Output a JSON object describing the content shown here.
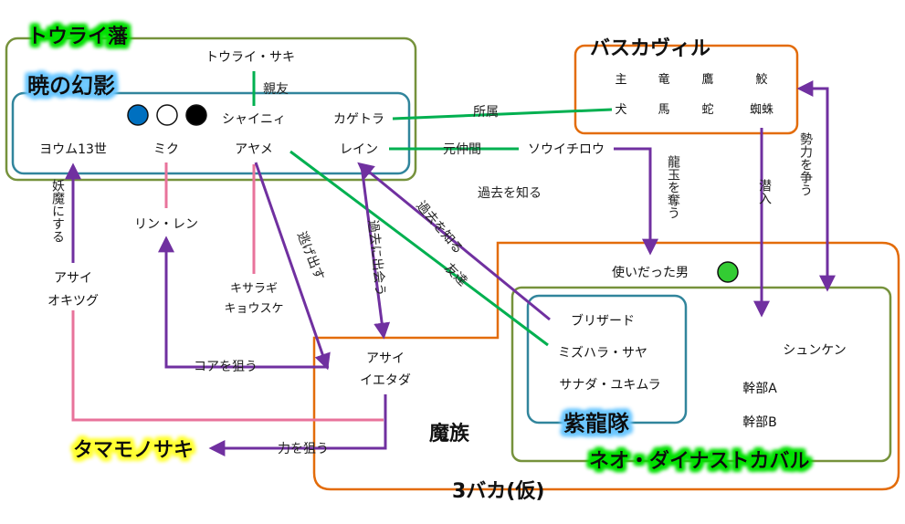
{
  "colors": {
    "olive": "#76923c",
    "teal": "#31859c",
    "orange": "#e36c0a",
    "green": "#00b050",
    "purple": "#7030a0",
    "pink": "#e8739b",
    "glow_green": "#00e000",
    "glow_blue": "#6cc7ff",
    "glow_yellow": "#ffff33",
    "dot_blue": "#0070c0",
    "dot_green": "#33cc33"
  },
  "groups": {
    "tourai": "トウライ藩",
    "akatsuki": "暁の幻影",
    "baskerville": "バスカヴィル",
    "mazoku": "魔族",
    "baka": "3バカ(仮)",
    "neo": "ネオ・ダイナストカバル",
    "shiryu": "紫龍隊",
    "tamamo": "タマモノサキ"
  },
  "nodes": {
    "saki": "トウライ・サキ",
    "shiny": "シャイニィ",
    "kagetora": "カゲトラ",
    "youmu": "ヨウム13世",
    "miku": "ミク",
    "ayame": "アヤメ",
    "rain": "レイン",
    "soichirou": "ソウイチロウ",
    "rinren": "リン・レン",
    "asai_okitsugu_1": "アサイ",
    "asai_okitsugu_2": "オキツグ",
    "kisaragi_1": "キサラギ",
    "kisaragi_2": "キョウスケ",
    "asai_ietada_1": "アサイ",
    "asai_ietada_2": "イエタダ",
    "tsukai": "使いだった男",
    "blizzard": "ブリザード",
    "mizuhara": "ミズハラ・サヤ",
    "sanada": "サナダ・ユキムラ",
    "shunken": "シュンケン",
    "kanbu_a": "幹部A",
    "kanbu_b": "幹部B"
  },
  "baskerville_members": [
    "主",
    "竜",
    "鷹",
    "鮫",
    "犬",
    "馬",
    "蛇",
    "蜘蛛"
  ],
  "labels": {
    "shinyuu": "親友",
    "shozoku": "所属",
    "motonakama": "元仲間",
    "kako_shiru": "過去を知る",
    "kako_shiru2": "過去を知る",
    "ryugyoku": "龍玉を奪う",
    "sennyuu": "潜入",
    "seiryoku": "勢力を争う",
    "youma": "妖魔にする",
    "nigedasu": "逃げ出す",
    "kako_deau": "過去に出会う",
    "tomodachi": "友達",
    "core": "コアを狙う",
    "chikara": "力を狙う"
  }
}
